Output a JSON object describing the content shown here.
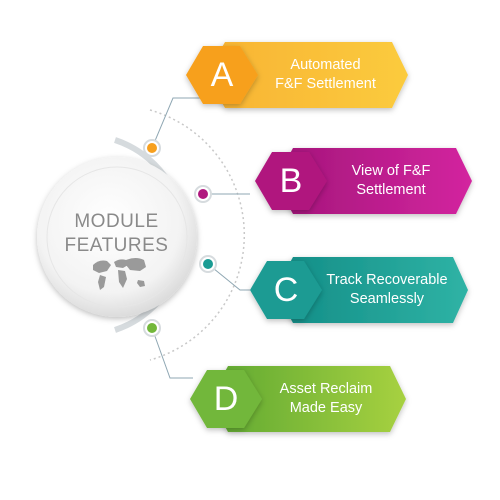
{
  "hub": {
    "line1": "MODULE",
    "line2": "FEATURES"
  },
  "features": [
    {
      "letter": "A",
      "line1": "Automated",
      "line2": "F&F Settlement",
      "color": "#f7a01e"
    },
    {
      "letter": "B",
      "line1": "View of F&F",
      "line2": "Settlement",
      "color": "#b0177e"
    },
    {
      "letter": "C",
      "line1": "Track Recoverable",
      "line2": "Seamlessly",
      "color": "#1a9b93"
    },
    {
      "letter": "D",
      "line1": "Asset Reclaim",
      "line2": "Made Easy",
      "color": "#72b73a"
    }
  ],
  "icons": {
    "hub": "world-map-icon"
  }
}
